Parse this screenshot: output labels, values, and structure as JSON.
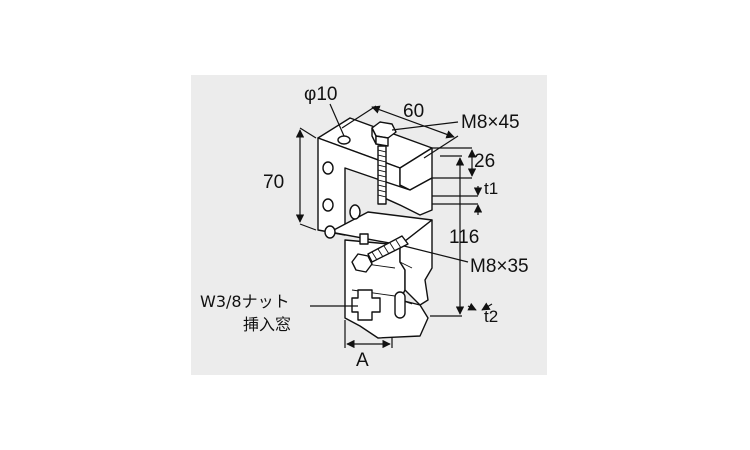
{
  "diagram": {
    "labels": {
      "hole_diameter": "φ10",
      "width": "60",
      "bolt_top": "M8×45",
      "height_upper": "70",
      "flange": "26",
      "thickness_1": "t1",
      "height_total": "116",
      "bolt_mid": "M8×35",
      "nut_window_line1": "W3/8ナット",
      "nut_window_line2": "挿入窓",
      "thickness_2": "t2",
      "base_width": "A"
    }
  }
}
